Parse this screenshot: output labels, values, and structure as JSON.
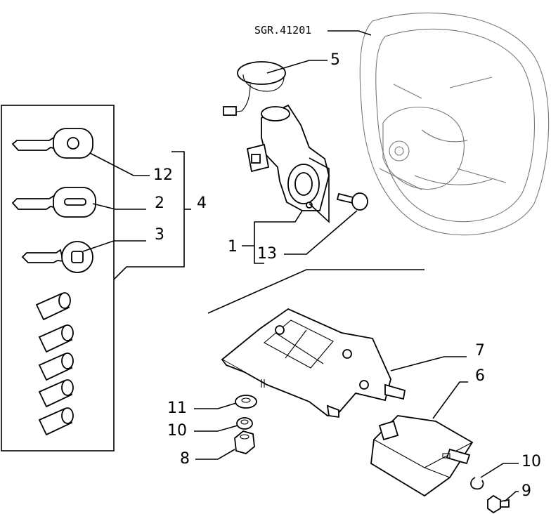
{
  "diagram": {
    "reference_code": "SGR.41201",
    "labels": {
      "l1": "1",
      "l2": "2",
      "l3": "3",
      "l4": "4",
      "l5": "5",
      "l6": "6",
      "l7": "7",
      "l8": "8",
      "l9": "9",
      "l10a": "10",
      "l10b": "10",
      "l11": "11",
      "l12": "12",
      "l13": "13"
    }
  }
}
